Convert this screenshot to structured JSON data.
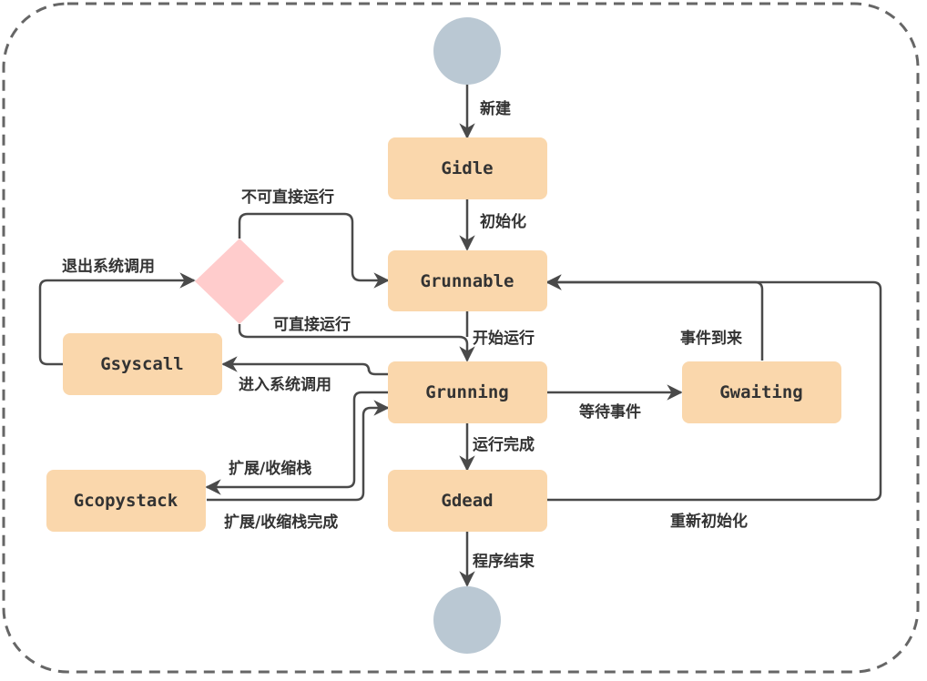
{
  "colors": {
    "state_fill": "#fad7ac",
    "terminal_fill": "#bac8d3",
    "decision_fill": "#ffcccc",
    "edge": "#4a4a4a",
    "text": "#333333",
    "frame": "#666666"
  },
  "states": {
    "gidle": "Gidle",
    "grunnable": "Grunnable",
    "grunning": "Grunning",
    "gsyscall": "Gsyscall",
    "gwaiting": "Gwaiting",
    "gdead": "Gdead",
    "gcopystack": "Gcopystack"
  },
  "edges": {
    "create": "新建",
    "init": "初始化",
    "not_direct_run": "不可直接运行",
    "exit_syscall": "退出系统调用",
    "can_direct_run": "可直接运行",
    "start_run": "开始运行",
    "enter_syscall": "进入系统调用",
    "event_arrive": "事件到来",
    "wait_event": "等待事件",
    "run_complete": "运行完成",
    "grow_shrink_stack": "扩展/收缩栈",
    "grow_shrink_stack_done": "扩展/收缩栈完成",
    "reinit": "重新初始化",
    "program_end": "程序结束"
  }
}
